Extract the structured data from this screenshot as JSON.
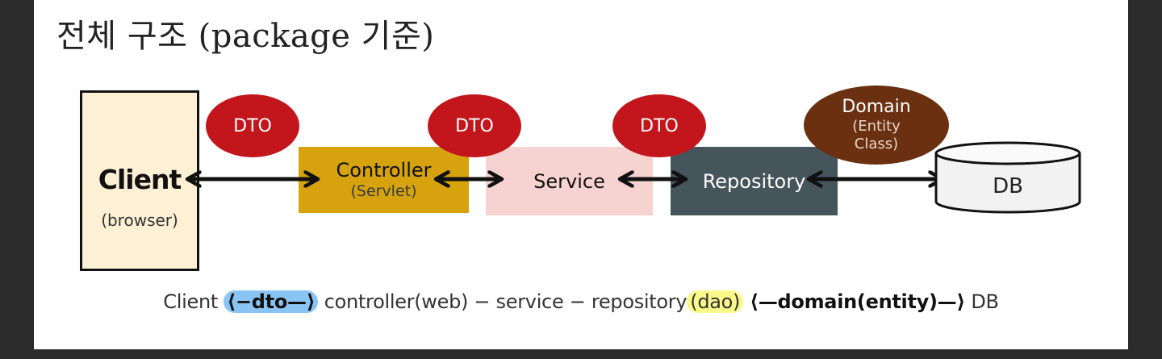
{
  "title": "전체 구조 (package 기준)",
  "client": {
    "label": "Client",
    "sublabel": "(browser)"
  },
  "layers": {
    "controller": {
      "label": "Controller",
      "sublabel": "(Servlet)"
    },
    "service": {
      "label": "Service"
    },
    "repository": {
      "label": "Repository"
    }
  },
  "dto_labels": [
    "DTO",
    "DTO",
    "DTO"
  ],
  "domain": {
    "label": "Domain",
    "sublabel_1": "(Entity",
    "sublabel_2": "Class)"
  },
  "db": {
    "label": "DB"
  },
  "summary": {
    "client": "Client ",
    "dto_arrow": "⟨−dto—⟩",
    "controller": " controller(web) − service − repository",
    "dao": "(dao)",
    "domain_arrow": " ⟨—domain(entity)—⟩",
    "db": " DB"
  },
  "colors": {
    "dto": "#c3151c",
    "domain": "#6b3010",
    "controller": "#d6a30e",
    "service": "#f6d2d0",
    "repository": "#46545b",
    "client": "#fdf0d5",
    "highlight_dto": "#8ac4f5",
    "highlight_dao": "#fbf88a"
  }
}
